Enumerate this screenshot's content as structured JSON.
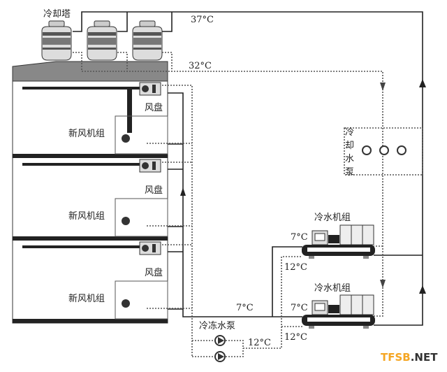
{
  "labels": {
    "cooling_tower": "冷却塔",
    "fan_coil": "风盘",
    "fresh_air_unit": "新风机组",
    "cooling_water_pump": [
      "冷",
      "却",
      "水",
      "泵"
    ],
    "chiller": "冷水机组",
    "chilled_water_pump": "冷冻水泵"
  },
  "temperatures": {
    "cooling_supply": "37°C",
    "cooling_return": "32°C",
    "chilled_supply": "7°C",
    "chilled_return": "12°C"
  },
  "logo": {
    "part1": "TFSB",
    "part2": ".NET",
    "color1": "#f5a623",
    "color2": "#333333"
  }
}
